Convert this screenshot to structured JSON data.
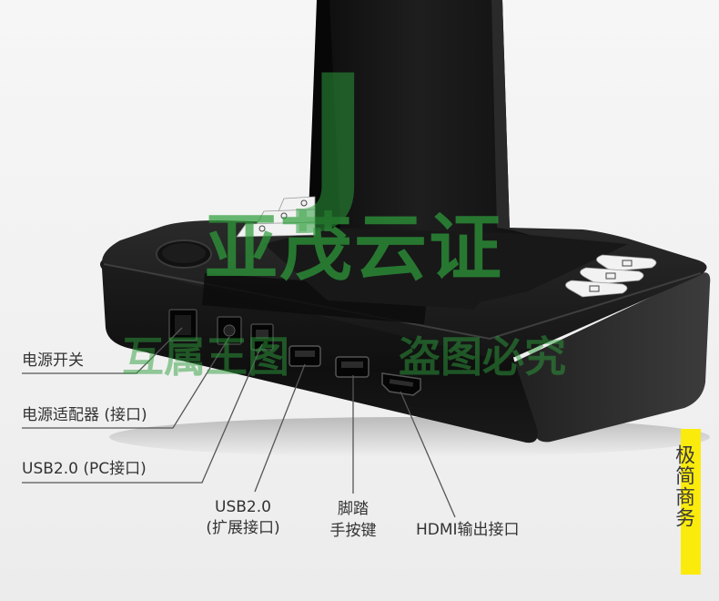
{
  "watermark": {
    "logo_letter": "J",
    "brand": "亚茂云证",
    "notice_left": "互属王图",
    "notice_right": "盗图必究",
    "color": "#2e9e3c"
  },
  "labels": {
    "power_switch": "电源开关",
    "power_adapter": "电源适配器 (接口)",
    "usb_pc": "USB2.0 (PC接口)",
    "usb_expand_line1": "USB2.0",
    "usb_expand_line2": "(扩展接口)",
    "foot_pedal_line1": "脚踏",
    "foot_pedal_line2": "手按键",
    "hdmi": "HDMI输出接口"
  },
  "side_tag": {
    "text": "极简商务",
    "highlight_color": "#fbeb0c"
  },
  "device_colors": {
    "body": "#161616",
    "top": "#222222",
    "edge": "#3a3a3a",
    "leader_line": "#555555"
  }
}
